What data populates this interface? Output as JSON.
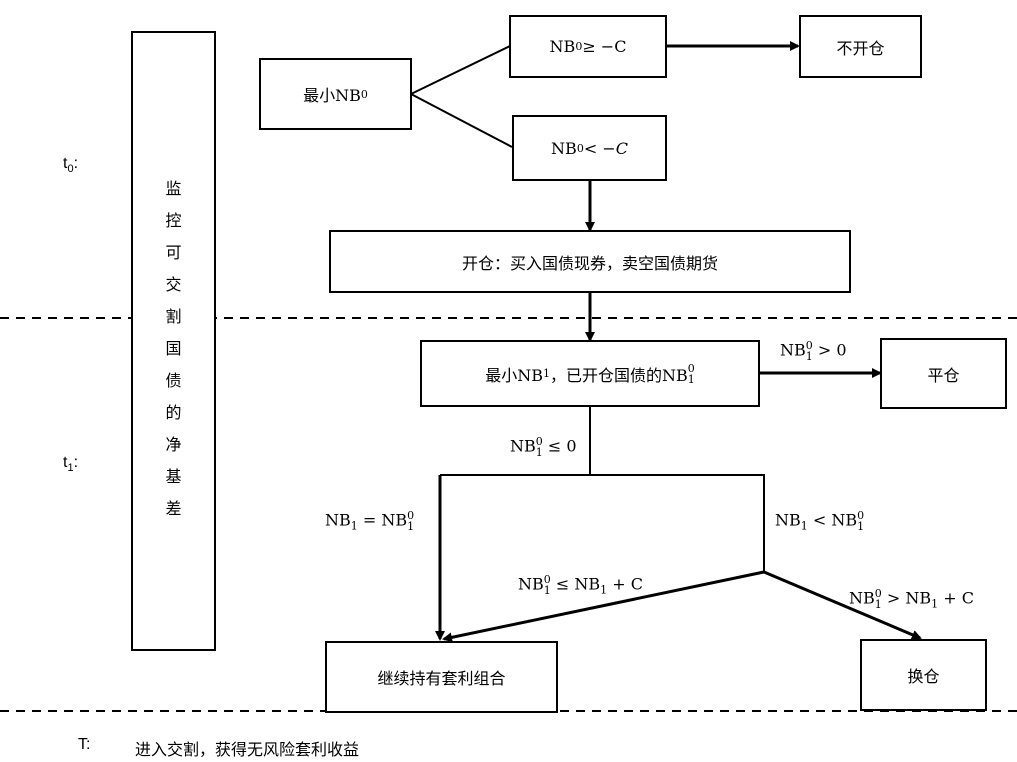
{
  "time_labels": {
    "t0": {
      "base": "t",
      "sub": "0",
      "suffix": ":"
    },
    "t1": {
      "base": "t",
      "sub": "1",
      "suffix": ":"
    },
    "T": {
      "text": "T:"
    }
  },
  "monitor_box": {
    "text": "监控可交割国债的净基差"
  },
  "nodes": {
    "min_nb0": {
      "prefix": "最小NB",
      "sub": "0"
    },
    "nb0_ge": {
      "text_a": "NB",
      "sub": "0",
      "text_b": " ≥ −C"
    },
    "nb0_lt": {
      "text_a": "NB",
      "sub": "0",
      "text_b": " < −C"
    },
    "no_open": {
      "text": "不开仓"
    },
    "open": {
      "text": "开仓：买入国债现券，卖空国债期货"
    },
    "min_nb1": {
      "prefix": "最小NB",
      "sub": "1",
      "middle": "，已开仓国债的NB",
      "sup2": "0",
      "sub2": "1"
    },
    "close": {
      "text": "平仓"
    },
    "hold": {
      "text": "继续持有套利组合"
    },
    "switch": {
      "text": "换仓"
    }
  },
  "edge_labels": {
    "nb10_gt_0": {
      "a": "NB",
      "sup": "0",
      "sub": "1",
      "b": " > 0"
    },
    "nb10_le_0": {
      "a": "NB",
      "sup": "0",
      "sub": "1",
      "b": " ≤ 0"
    },
    "nb1_eq": {
      "a": "NB",
      "sub1": "1",
      "mid": " = NB",
      "sup": "0",
      "sub2": "1"
    },
    "nb1_lt": {
      "a": "NB",
      "sub1": "1",
      "mid": " < NB",
      "sup": "0",
      "sub2": "1"
    },
    "le_c": {
      "a": "NB",
      "sup": "0",
      "sub": "1",
      "mid": " ≤ NB",
      "sub2": "1",
      "b": " + C"
    },
    "gt_c": {
      "a": "NB",
      "sup": "0",
      "sub": "1",
      "mid": " > NB",
      "sub2": "1",
      "b": " + C"
    }
  },
  "footer": {
    "text": "进入交割，获得无风险套利收益"
  }
}
